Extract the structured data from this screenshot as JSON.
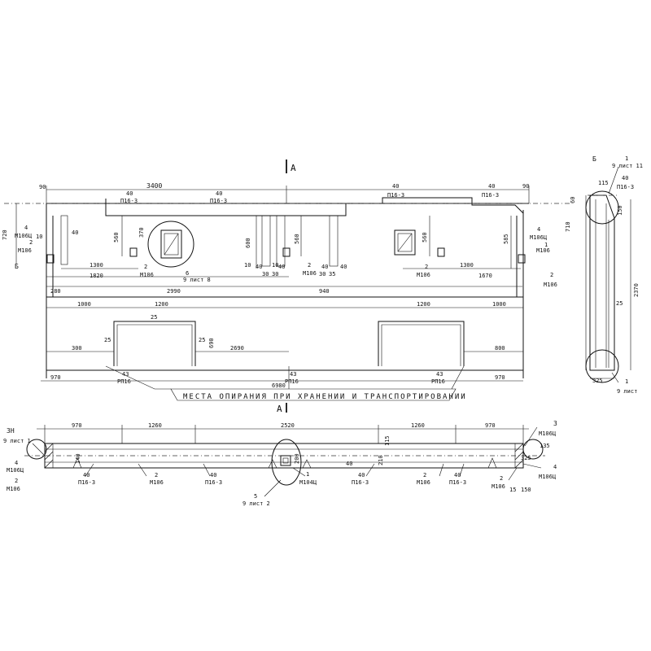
{
  "section_marks": {
    "a": "А",
    "b": "Б"
  },
  "elevation": {
    "top_dims": [
      "90",
      "3400",
      "40",
      "П16-3",
      "40",
      "П16-3",
      "40",
      "П16-3",
      "40",
      "П16-3",
      "90"
    ],
    "left_dims": [
      "720",
      "4",
      "М106Ц",
      "10",
      "40",
      "2",
      "М106"
    ],
    "window1": {
      "h1": "560",
      "h2": "370",
      "mark": "6",
      "sheet": "9 лист 8"
    },
    "mid_dims": [
      "600",
      "10",
      "40",
      "10",
      "40",
      "30",
      "30",
      "560",
      "2",
      "М106",
      "40",
      "30",
      "35",
      "40"
    ],
    "right_dims": [
      "560",
      "585",
      "4",
      "М106Ц",
      "1",
      "М106"
    ],
    "row1": [
      "1300",
      "1820",
      "2",
      "М106",
      "2",
      "М106",
      "1300",
      "1670",
      "2",
      "М106"
    ],
    "row2": [
      "280",
      "2990",
      "940"
    ],
    "row3": [
      "1000",
      "1200",
      "1200",
      "1000"
    ],
    "openings": [
      "25",
      "25",
      "690",
      "300",
      "25",
      "2690",
      "800"
    ],
    "bottom": [
      "970",
      "43",
      "РП16",
      "43",
      "РП16",
      "43",
      "РП16",
      "970",
      "6980"
    ],
    "note": "МЕСТА  ОПИРАНИЯ  ПРИ  ХРАНЕНИИ  И  ТРАНСПОРТИРОВАНИИ"
  },
  "section_b": {
    "mark": "Б",
    "labels": [
      "1",
      "9 лист 11",
      "115",
      "40",
      "П16-3",
      "60",
      "150",
      "710",
      "2370",
      "25",
      "325",
      "1",
      "9 лист"
    ]
  },
  "plan_a": {
    "mark": "А",
    "dims": [
      "970",
      "1260",
      "2520",
      "1260",
      "970"
    ],
    "left": [
      "3Н",
      "9 лист 1",
      "4",
      "М106Ц",
      "2",
      "М106",
      "140"
    ],
    "callouts": [
      "40",
      "П16-3",
      "2",
      "М106",
      "40",
      "П16-3",
      "40",
      "П16-3",
      "2",
      "М106",
      "40",
      "П16-3",
      "2",
      "М106"
    ],
    "center": [
      "5",
      "9 лист 2",
      "1",
      "М104Ц",
      "200",
      "40",
      "210",
      "115"
    ],
    "right": [
      "3",
      "М106Ц",
      "4",
      "М106Ц",
      "135",
      "325",
      "15",
      "150"
    ]
  }
}
